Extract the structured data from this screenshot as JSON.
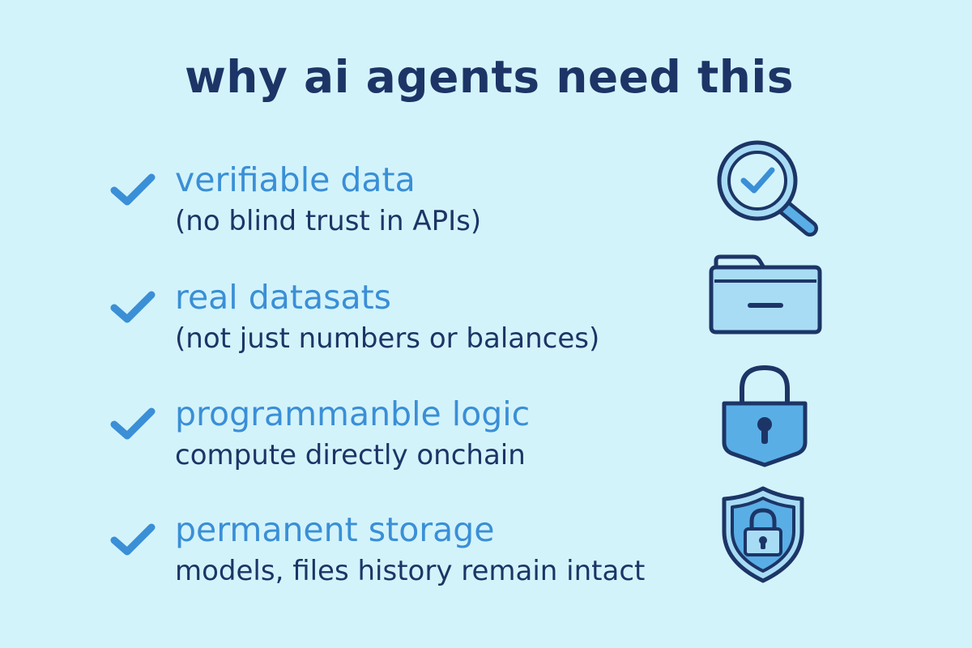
{
  "title": "why ai agents need this",
  "colors": {
    "background": "#d3f3fb",
    "title": "#1c3566",
    "accent": "#3a8fd6",
    "icon_fill": "#a8dcf5",
    "icon_stroke": "#1c3566"
  },
  "items": [
    {
      "heading": "verifiable data",
      "detail": "(no blind trust in APIs)",
      "icon": "magnifier-check-icon"
    },
    {
      "heading": "real datasats",
      "detail": "(not just numbers or balances)",
      "icon": "folder-icon"
    },
    {
      "heading": "programmanble logic",
      "detail": "compute directly onchain",
      "icon": "padlock-icon"
    },
    {
      "heading": "permanent storage",
      "detail": "models, files history remain intact",
      "icon": "shield-lock-icon"
    }
  ]
}
